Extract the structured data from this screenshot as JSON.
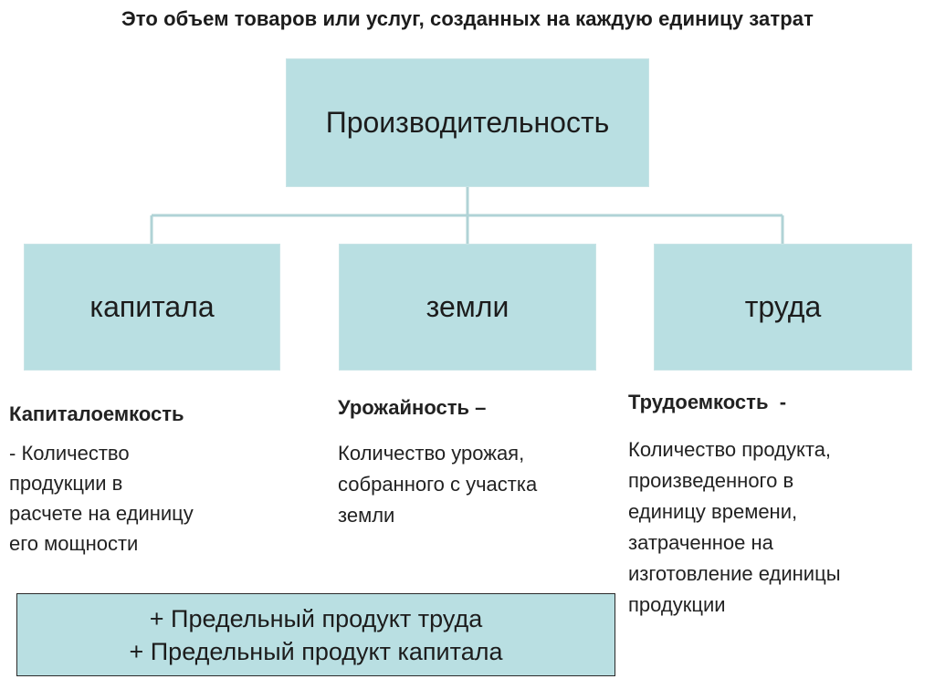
{
  "title": "Это объем товаров или услуг, созданных на каждую единицу затрат",
  "root": "Производительность",
  "branches": [
    "капитала",
    "земли",
    "труда"
  ],
  "descriptions": [
    {
      "head": "Капиталоемкость",
      "lines": [
        "- Количество",
        "продукции в",
        "расчете на единицу",
        "его мощности"
      ]
    },
    {
      "head": "Урожайность –",
      "lines": [
        "Количество урожая,",
        "собранного с участка",
        "земли"
      ]
    },
    {
      "head": "Трудоемкость  -",
      "lines": [
        "Количество продукта,",
        "произведенного в",
        "единицу времени,",
        "затраченное на",
        "изготовление единицы",
        "продукции"
      ]
    }
  ],
  "bottom": [
    "+ Предельный продукт труда",
    "+ Предельный продукт капитала"
  ],
  "colors": {
    "box_fill": "#b9dfe2",
    "connector": "#b0d3d6"
  }
}
